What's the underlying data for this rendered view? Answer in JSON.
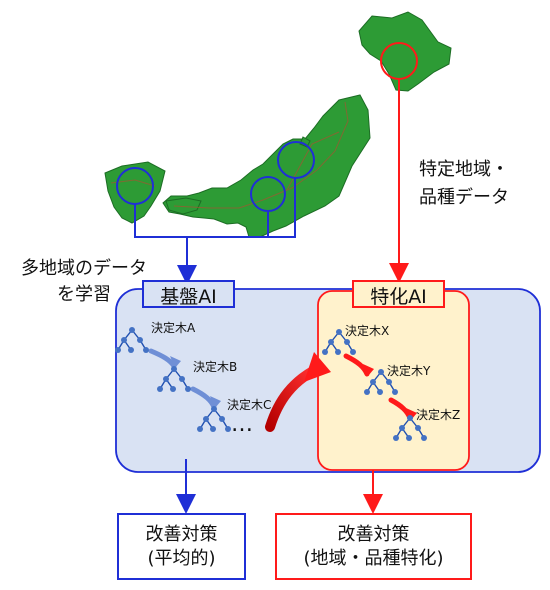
{
  "left": {
    "learn_line1": "多地域のデータ",
    "learn_line2": "を学習"
  },
  "right": {
    "data_line1": "特定地域・",
    "data_line2": "品種データ"
  },
  "base_ai": {
    "title": "基盤AI",
    "trees": [
      "決定木A",
      "決定木B",
      "決定木C"
    ],
    "ellipsis": "…"
  },
  "special_ai": {
    "title": "特化AI",
    "trees": [
      "決定木X",
      "決定木Y",
      "決定木Z"
    ]
  },
  "results": {
    "left_line1": "改善対策",
    "left_line2": "(平均的)",
    "right_line1": "改善対策",
    "right_line2": "(地域・品種特化)"
  },
  "colors": {
    "blue": "#1f2fd6",
    "red": "#ff1a1a",
    "map_green": "#2d9b35",
    "panel_blue": "#d9e2f3",
    "panel_yellow": "#fff2cc"
  }
}
